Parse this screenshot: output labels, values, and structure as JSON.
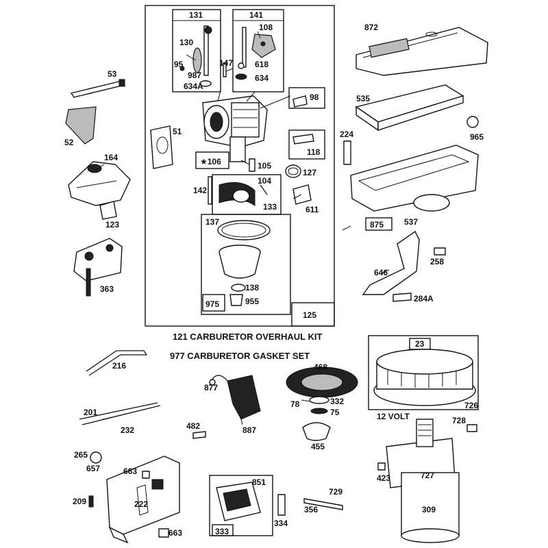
{
  "labels": {
    "p53": "53",
    "p52": "52",
    "p164": "164",
    "p123": "123",
    "p363": "363",
    "p51": "51",
    "p131": "131",
    "p130": "130",
    "p95": "95",
    "p987": "987",
    "p634a": "634A",
    "p141": "141",
    "p108": "108",
    "p618": "618",
    "p634": "634",
    "p147": "147",
    "p98": "98",
    "p118": "118",
    "p106": "★106",
    "p105": "105",
    "p127": "127",
    "p142": "142",
    "p104": "104",
    "p133": "133",
    "p611": "611",
    "p137": "137",
    "p138": "138",
    "p955": "955",
    "p975": "975",
    "p125": "125",
    "p872": "872",
    "p535": "535",
    "p224": "224",
    "p965": "965",
    "p875": "875",
    "p537": "537",
    "p258": "258",
    "p646": "646",
    "p284a": "284A",
    "p216": "216",
    "p201": "201",
    "p232": "232",
    "p877": "877",
    "p887": "887",
    "p482": "482",
    "p468": "468",
    "p78": "78",
    "p332": "332",
    "p75": "75",
    "p455": "455",
    "p23": "23",
    "p726": "726",
    "p12volt": "12 VOLT",
    "p728": "728",
    "p423": "423",
    "p727": "727",
    "p309": "309",
    "p265": "265",
    "p657": "657",
    "p663a": "663",
    "p209": "209",
    "p222": "222",
    "p663b": "663",
    "p851": "851",
    "p333": "333",
    "p334": "334",
    "p356": "356",
    "p729": "729"
  },
  "captions": {
    "overhaul": "121 CARBURETOR OVERHAUL KIT",
    "gasket": "977 CARBURETOR GASKET SET"
  }
}
